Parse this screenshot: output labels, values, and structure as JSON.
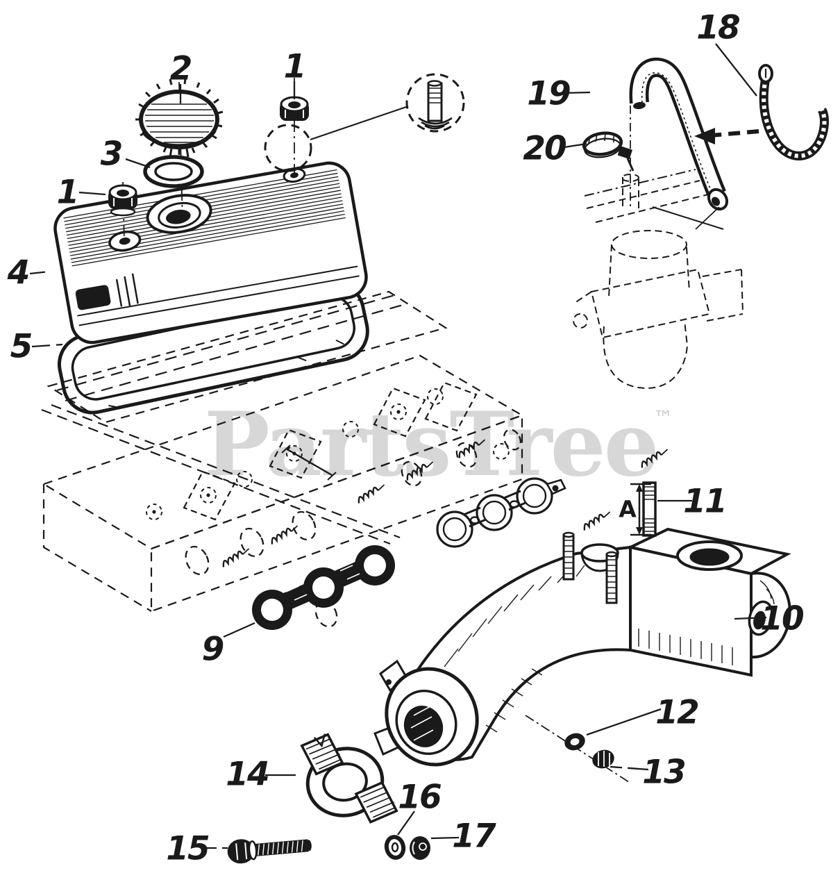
{
  "watermark": {
    "text": "PartsTree",
    "trademark": "™"
  },
  "diagram": {
    "description": "Exploded engine parts diagram: valve cover, gaskets, intake manifold, hoses and fasteners",
    "ink_color": "#1a1a1a",
    "watermark_color": "#d7d7d7",
    "dimension_label": "A",
    "callouts": {
      "c1_top": "1",
      "c1_left": "1",
      "c2": "2",
      "c3": "3",
      "c4": "4",
      "c5": "5",
      "c9": "9",
      "c10": "10",
      "c11": "11",
      "c12": "12",
      "c13": "13",
      "c14": "14",
      "c15": "15",
      "c16": "16",
      "c17": "17",
      "c18": "18",
      "c19": "19",
      "c20": "20"
    }
  }
}
